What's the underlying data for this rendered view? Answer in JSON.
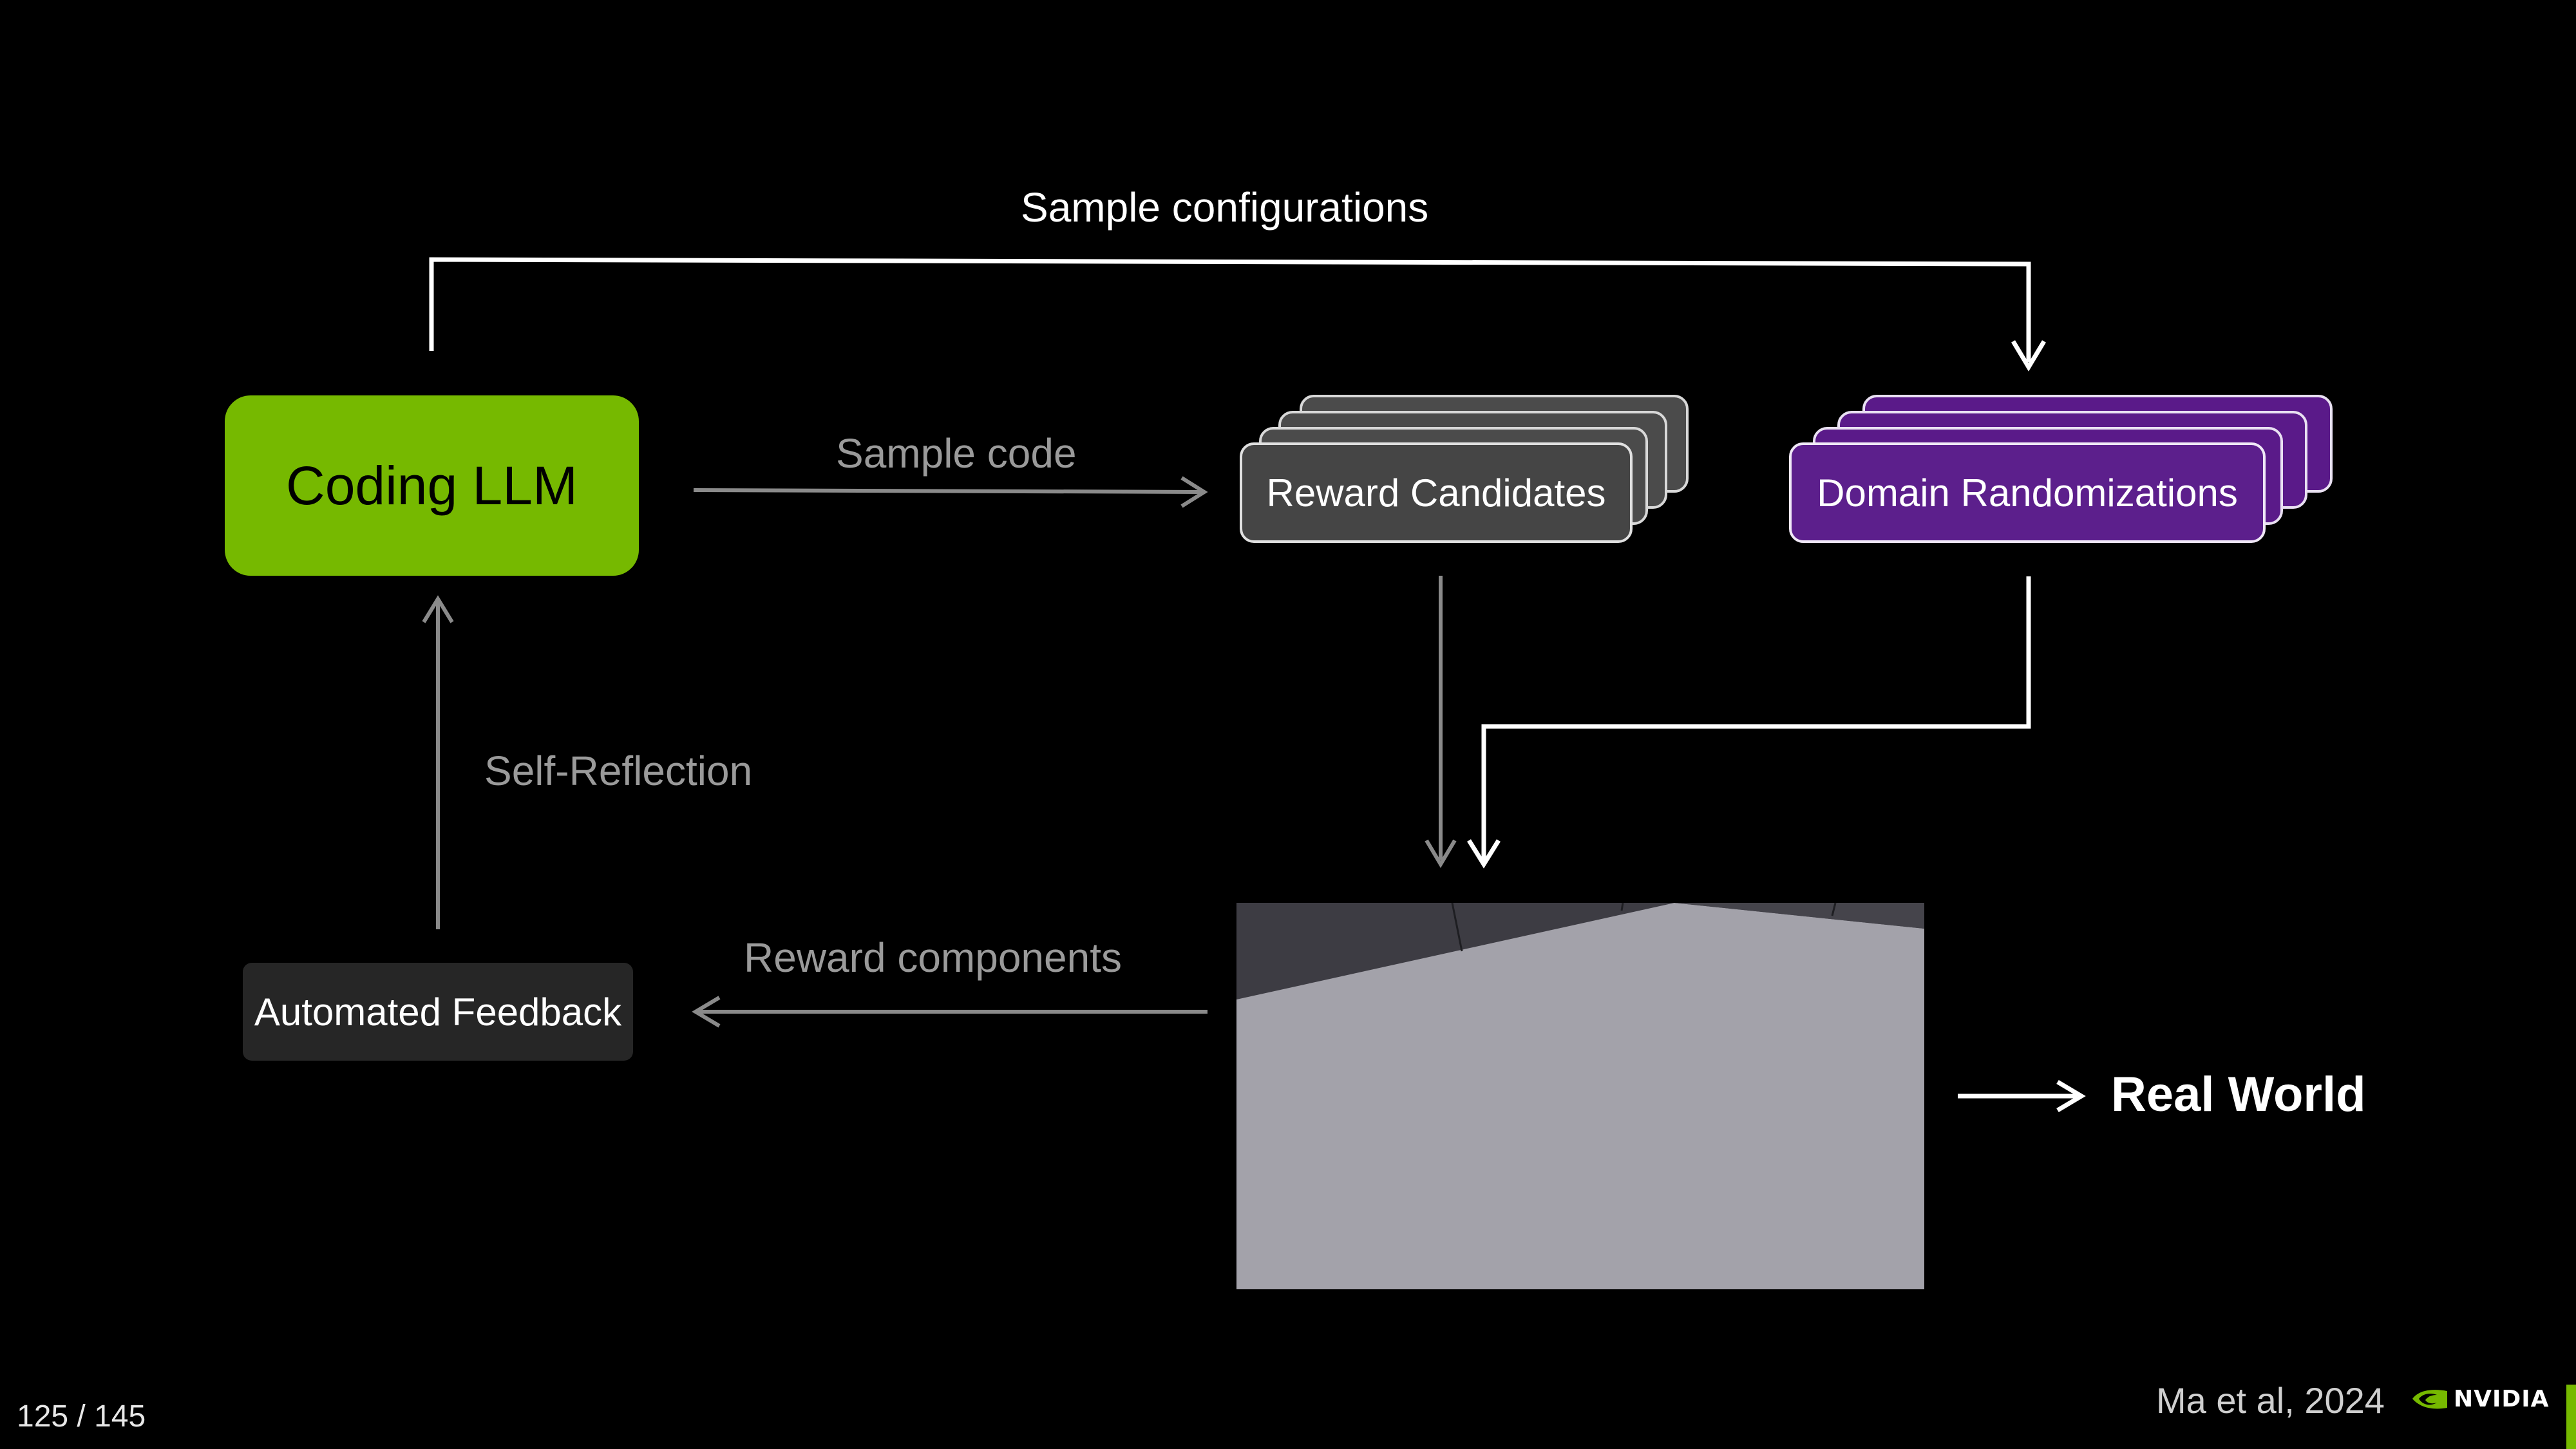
{
  "nodes": {
    "coding_llm": "Coding LLM",
    "reward_candidates": "Reward Candidates",
    "domain_randomizations": "Domain Randomizations",
    "automated_feedback": "Automated Feedback",
    "real_world": "Real World"
  },
  "edges": {
    "sample_configurations": "Sample configurations",
    "sample_code": "Sample code",
    "self_reflection": "Self-Reflection",
    "reward_components": "Reward components"
  },
  "footer": {
    "page_counter": "125 / 145",
    "citation": "Ma et al, 2024",
    "brand": "NVIDIA"
  },
  "colors": {
    "background": "#000000",
    "coding_llm_fill": "#76b900",
    "reward_candidates_fill": "#454545",
    "domain_randomizations_fill": "#5c1f8c",
    "automated_feedback_fill": "#262626",
    "sim_floor": "#a3a2aa",
    "sim_wall": "#3d3c43",
    "white_arrow": "#ffffff",
    "gray_arrow": "#8a8a8a",
    "brand_green": "#76b900"
  },
  "icons": {
    "brand_logo": "nvidia-eye-icon"
  }
}
